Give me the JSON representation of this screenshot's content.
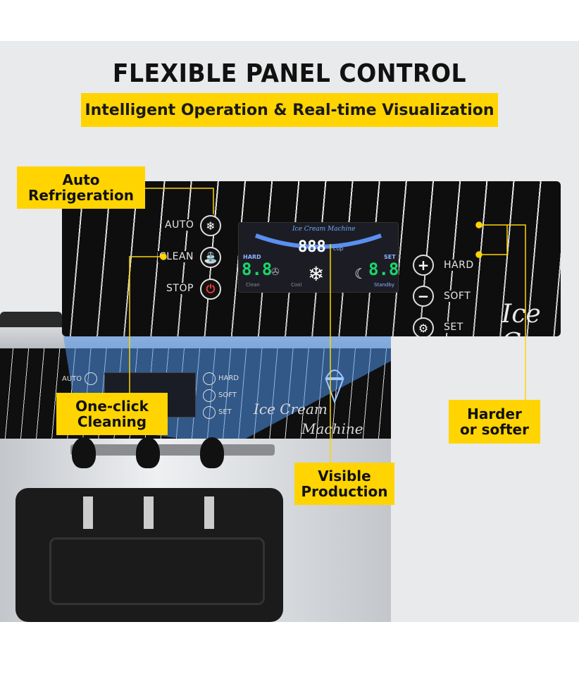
{
  "header": {
    "title": "FLEXIBLE PANEL CONTROL",
    "subtitle": "Intelligent Operation & Real-time Visualization"
  },
  "callouts": {
    "auto_refrigeration": "Auto\nRefrigeration",
    "one_click_cleaning": "One-click\nCleaning",
    "visible_production": "Visible\nProduction",
    "harder_or_softer": "Harder\nor softer"
  },
  "panel": {
    "left_buttons": [
      "AUTO",
      "CLEAN",
      "STOP"
    ],
    "right_buttons": [
      "HARD",
      "SOFT",
      "SET"
    ],
    "display": {
      "brand": "Ice Cream Machine",
      "center_value": "888",
      "center_unit": "cup",
      "hard_label": "HARD",
      "hard_value": "8.8",
      "set_label": "SET",
      "set_value": "8.8",
      "mode_clean": "Clean",
      "mode_cool": "Cool",
      "mode_standby": "Standby"
    },
    "side_text": "Ice Cr"
  },
  "machine": {
    "label_line1": "Ice Cream",
    "label_line2": "Machine",
    "mini_left": [
      "AUTO"
    ],
    "mini_right": [
      "HARD",
      "SOFT",
      "SET"
    ]
  },
  "colors": {
    "accent": "#ffd400",
    "panel": "#0e0e0f",
    "digit_green": "#19d86a",
    "digit_white": "#ffffff"
  }
}
